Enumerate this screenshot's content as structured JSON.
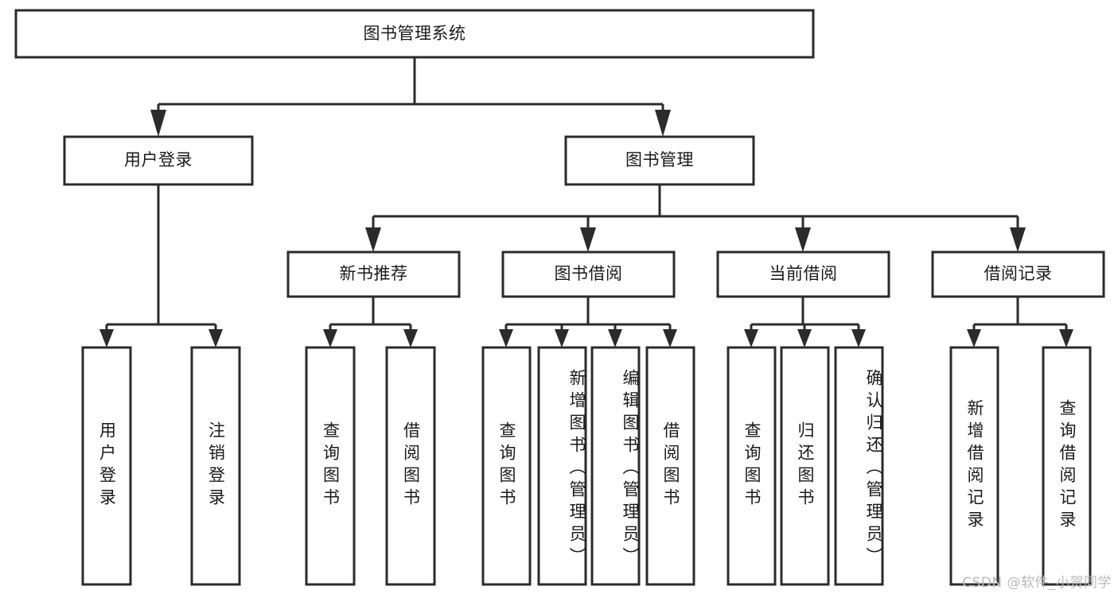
{
  "diagram": {
    "title": "图书管理系统",
    "watermark": "CSDN @软件_小贺同学",
    "colors": {
      "stroke": "#2b2b2b",
      "fill": "#ffffff",
      "text": "#1a1a1a",
      "watermark": "#b9b9b9"
    },
    "nodes": {
      "root": {
        "label": "图书管理系统"
      },
      "level2": [
        {
          "label": "用户登录"
        },
        {
          "label": "图书管理"
        }
      ],
      "level3": [
        {
          "label": "新书推荐"
        },
        {
          "label": "图书借阅"
        },
        {
          "label": "当前借阅"
        },
        {
          "label": "借阅记录"
        }
      ],
      "leaves": {
        "user_login": [
          {
            "label": "用户登录"
          },
          {
            "label": "注销登录"
          }
        ],
        "new_book_recommend": [
          {
            "label": "查询图书"
          },
          {
            "label": "借阅图书"
          }
        ],
        "book_borrow": [
          {
            "label": "查询图书"
          },
          {
            "label": "新增图书（管理员）"
          },
          {
            "label": "编辑图书（管理员）"
          },
          {
            "label": "借阅图书"
          }
        ],
        "current_borrow": [
          {
            "label": "查询图书"
          },
          {
            "label": "归还图书"
          },
          {
            "label": "确认归还（管理员）"
          }
        ],
        "borrow_record": [
          {
            "label": "新增借阅记录"
          },
          {
            "label": "查询借阅记录"
          }
        ]
      }
    }
  }
}
